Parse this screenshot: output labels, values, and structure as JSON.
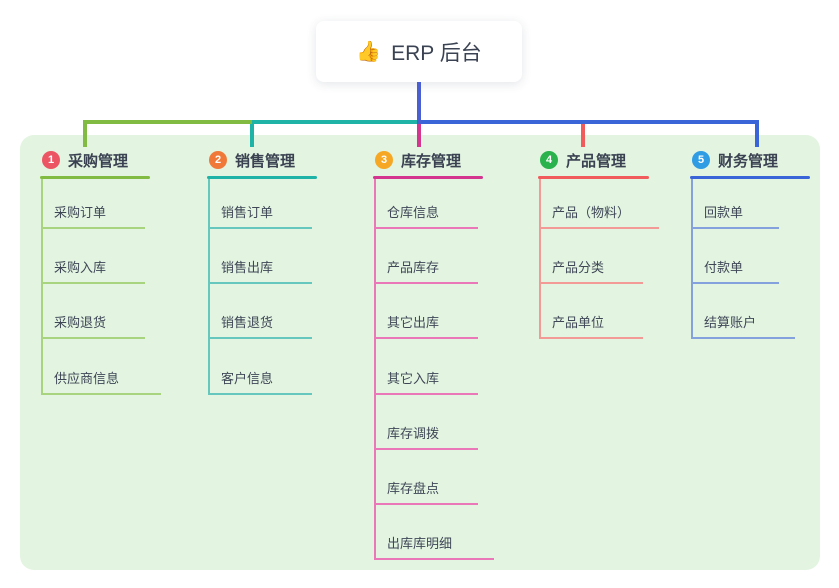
{
  "root": {
    "icon": "👍",
    "label": "ERP 后台"
  },
  "colors": {
    "canvas_bg": "#ffffff",
    "panel_bg": "#e3f4e1",
    "stem": "#4a5fd2",
    "node_text": "#3a4252",
    "child_text": "#3f4757"
  },
  "branches": [
    {
      "num": "1",
      "label": "采购管理",
      "badge_color": "#ec5564",
      "line_color": "#82bb41",
      "child_line_color": "#a9d47f",
      "children": [
        "采购订单",
        "采购入库",
        "采购退货",
        "供应商信息"
      ]
    },
    {
      "num": "2",
      "label": "销售管理",
      "badge_color": "#f0793a",
      "line_color": "#1fb3a7",
      "child_line_color": "#66c7bf",
      "children": [
        "销售订单",
        "销售出库",
        "销售退货",
        "客户信息"
      ]
    },
    {
      "num": "3",
      "label": "库存管理",
      "badge_color": "#f6a723",
      "line_color": "#d4368f",
      "child_line_color": "#ea77b8",
      "children": [
        "仓库信息",
        "产品库存",
        "其它出库",
        "其它入库",
        "库存调拨",
        "库存盘点",
        "出库库明细"
      ]
    },
    {
      "num": "4",
      "label": "产品管理",
      "badge_color": "#2ab24d",
      "line_color": "#f15b5b",
      "child_line_color": "#f49a96",
      "children": [
        "产品（物料）",
        "产品分类",
        "产品单位"
      ]
    },
    {
      "num": "5",
      "label": "财务管理",
      "badge_color": "#2f9ce3",
      "line_color": "#3a65d8",
      "child_line_color": "#84a0dd",
      "children": [
        "回款单",
        "付款单",
        "结算账户"
      ]
    }
  ]
}
